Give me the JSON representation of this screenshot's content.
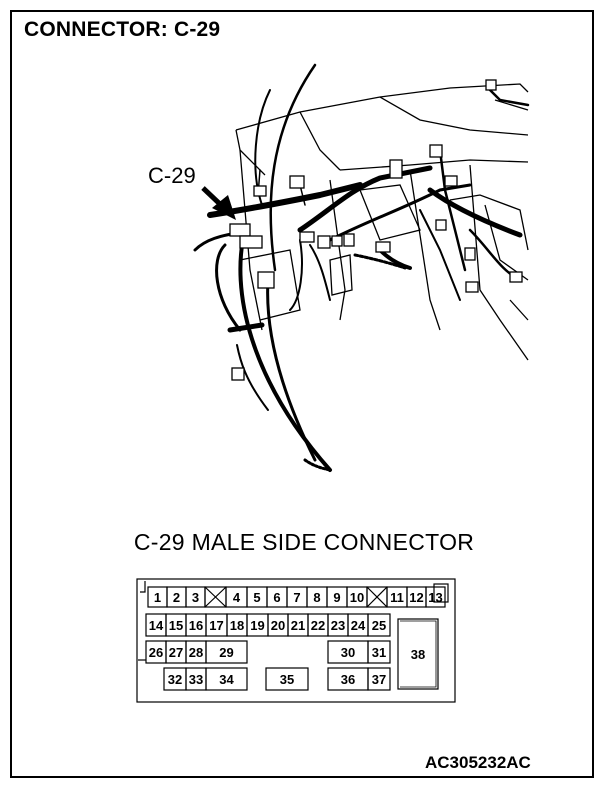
{
  "title": "CONNECTOR: C-29",
  "callout_label": "C-29",
  "subtitle": "C-29 MALE SIDE CONNECTOR",
  "figure_id": "AC305232AC",
  "connector": {
    "row1": [
      "1",
      "2",
      "3",
      "4",
      "5",
      "6",
      "7",
      "8",
      "9",
      "10",
      "11",
      "12",
      "13"
    ],
    "row2": [
      "14",
      "15",
      "16",
      "17",
      "18",
      "19",
      "20",
      "21",
      "22",
      "23",
      "24",
      "25"
    ],
    "row3": [
      "26",
      "27",
      "28",
      "29",
      "30",
      "31"
    ],
    "row4": [
      "32",
      "33",
      "34",
      "35",
      "36",
      "37"
    ],
    "large_pin": "38"
  }
}
